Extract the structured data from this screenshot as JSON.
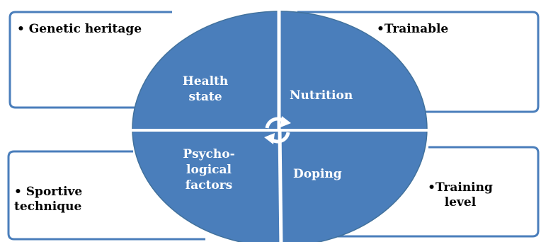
{
  "colors": {
    "quadrant_fill": "#4a7ebb",
    "separator": "#ffffff",
    "box_border": "#4a7ebb",
    "bullet_text": "#000000",
    "quadrant_text": "#ffffff"
  },
  "icon": "cycle-arrows-icon",
  "outer_boxes": {
    "top_left": [
      "• Genetic heritage"
    ],
    "top_right": [
      "•Trainable"
    ],
    "bottom_left": [
      "• Sportive",
      "technique"
    ],
    "bottom_right": [
      "•Training",
      "level"
    ]
  },
  "quadrants": {
    "top_left": [
      "Health",
      "state"
    ],
    "top_right": [
      "Nutrition"
    ],
    "bottom_left": [
      "Psycho-",
      "logical",
      "factors"
    ],
    "bottom_right": [
      "Doping"
    ]
  }
}
